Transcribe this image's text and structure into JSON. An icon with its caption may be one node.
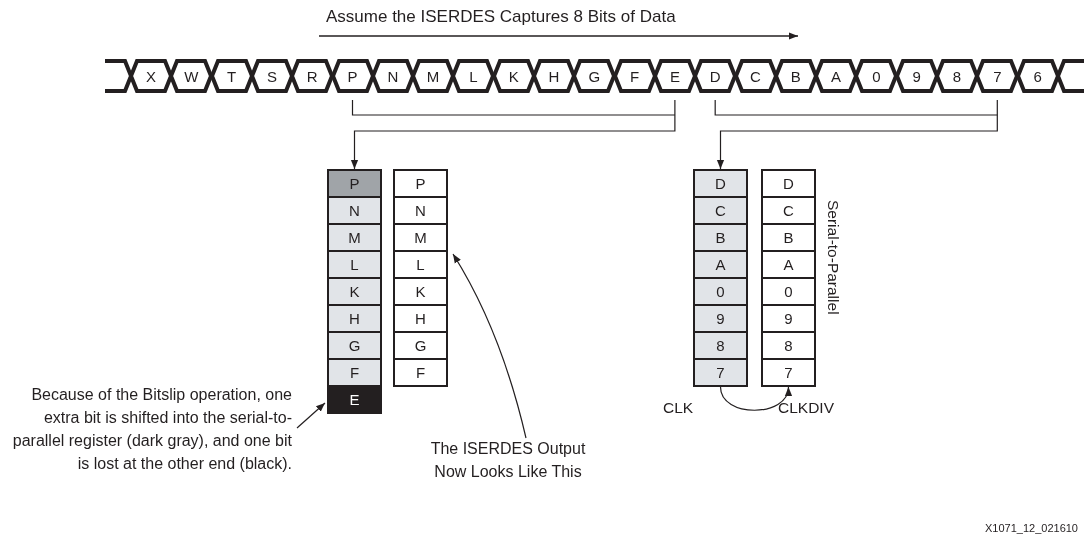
{
  "diagram": {
    "title": "Assume the ISERDES Captures 8 Bits of Data",
    "nodes": [
      {
        "text": [],
        "shape": "hexagon"
      },
      {
        "text": [
          "X"
        ]
      },
      {
        "text": [
          "W"
        ]
      },
      {
        "text": [
          "T"
        ]
      },
      {
        "text": [
          "S"
        ]
      },
      {
        "text": [
          "R"
        ]
      },
      {
        "text": [
          "P"
        ]
      },
      {
        "text": [
          "N"
        ]
      },
      {
        "text": [
          "M"
        ]
      },
      {
        "text": [
          "L"
        ]
      },
      {
        "text": [
          "K"
        ]
      },
      {
        "text": [
          "H"
        ]
      },
      {
        "text": [
          "G"
        ]
      },
      {
        "text": [
          "F"
        ]
      },
      {
        "text": [
          "E"
        ]
      },
      {
        "text": [
          "D"
        ]
      },
      {
        "text": [
          "C"
        ]
      },
      {
        "text": [
          "B"
        ]
      },
      {
        "text": [
          "A"
        ]
      },
      {
        "text": [
          "0"
        ]
      },
      {
        "text": [
          "9"
        ]
      },
      {
        "text": [
          "8"
        ]
      },
      {
        "text": [
          "7"
        ]
      },
      {
        "text": [
          "6"
        ]
      },
      {
        "text": [],
        "shape": "hexagon"
      },
      {
        "text": [
          "P"
        ]
      },
      {
        "text": [
          "N"
        ]
      },
      {
        "text": [
          "M"
        ]
      },
      {
        "text": [
          "L"
        ]
      },
      {
        "text": [
          "K"
        ]
      },
      {
        "text": [
          "H"
        ]
      },
      {
        "text": [
          "G"
        ]
      },
      {
        "text": [
          "F"
        ]
      },
      {
        "text": [
          "E"
        ]
      },
      {
        "text": [
          "P"
        ]
      },
      {
        "text": [
          "N"
        ]
      },
      {
        "text": [
          "M"
        ]
      },
      {
        "text": [
          "L"
        ]
      },
      {
        "text": [
          "K"
        ]
      },
      {
        "text": [
          "H"
        ]
      },
      {
        "text": [
          "G"
        ]
      },
      {
        "text": [
          "F"
        ]
      },
      {
        "text": [
          "D"
        ]
      },
      {
        "text": [
          "C"
        ]
      },
      {
        "text": [
          "B"
        ]
      },
      {
        "text": [
          "A"
        ]
      },
      {
        "text": [
          "0"
        ]
      },
      {
        "text": [
          "9"
        ]
      },
      {
        "text": [
          "8"
        ]
      },
      {
        "text": [
          "7"
        ]
      },
      {
        "text": [
          "D"
        ]
      },
      {
        "text": [
          "C"
        ]
      },
      {
        "text": [
          "B"
        ]
      },
      {
        "text": [
          "A"
        ]
      },
      {
        "text": [
          "0"
        ]
      },
      {
        "text": [
          "9"
        ]
      },
      {
        "text": [
          "8"
        ]
      },
      {
        "text": [
          "7"
        ]
      },
      {
        "text": [
          "Because of the Bitslip operation, one extra bit is shifted into the serial-to-parallel register (dark gray), and one bit is lost at the other end (black)."
        ]
      },
      {
        "text": [
          "The ISERDES Output Now Looks Like This"
        ]
      }
    ],
    "edges": [
      {
        "from": 14,
        "to": 25,
        "arrow": "to"
      },
      {
        "from": 22,
        "to": 42,
        "arrow": "to"
      },
      {
        "from": 58,
        "to": 33,
        "arrow": "to"
      },
      {
        "from": 59,
        "to": 37,
        "arrow": "to"
      },
      {
        "from": 49,
        "to": 57,
        "arrow": "to"
      }
    ],
    "labels": [
      "Serial-to-Parallel",
      "CLK",
      "CLKDIV",
      "X1071_12_021610"
    ]
  }
}
